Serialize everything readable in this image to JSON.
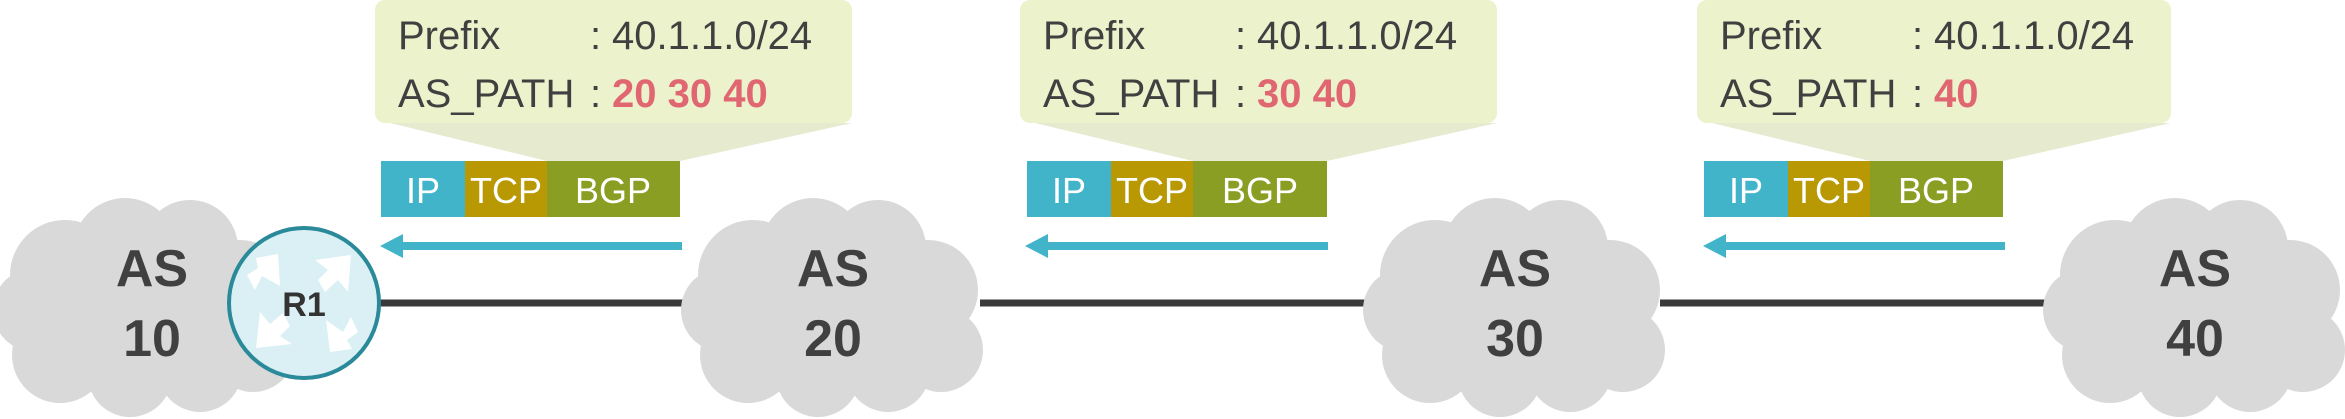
{
  "colors": {
    "bubble": "#ecf2cc",
    "bubble_tail": "#e6eacf",
    "ip": "#42b4c9",
    "tcp": "#b89803",
    "bgp": "#8a9e24",
    "as_path_highlight": "#e06672",
    "cloud": "#d9d9d9",
    "router_fill": "#daf0f4",
    "router_stroke": "#2a8a9a",
    "arrow": "#42b4c9",
    "link": "#3a3a3a"
  },
  "labels": {
    "prefix": "Prefix",
    "as_path": "AS_PATH",
    "sep": ":"
  },
  "headers": {
    "ip": "IP",
    "tcp": "TCP",
    "bgp": "BGP"
  },
  "updates": [
    {
      "prefix": "40.1.1.0/24",
      "as_path": "20 30 40"
    },
    {
      "prefix": "40.1.1.0/24",
      "as_path": "30 40"
    },
    {
      "prefix": "40.1.1.0/24",
      "as_path": "40"
    }
  ],
  "as_nodes": [
    {
      "label": "AS",
      "number": "10"
    },
    {
      "label": "AS",
      "number": "20"
    },
    {
      "label": "AS",
      "number": "30"
    },
    {
      "label": "AS",
      "number": "40"
    }
  ],
  "router": {
    "label": "R1",
    "icon": "router-icon"
  }
}
